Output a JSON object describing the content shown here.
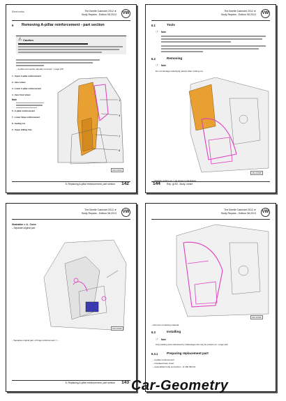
{
  "header": {
    "title_line1": "The Beetle Cabriolet 2012 ➤",
    "title_line2": "Body Repairs - Edition 08.2013",
    "logo": "VW"
  },
  "pages": [
    {
      "section_small": "Sheet metal",
      "heading_num": "6",
      "heading": "Removing A-pillar reinforcement - part section",
      "caution_label": "Caution",
      "footer_text": "6. Replacing A-pillar reinforcement, part section",
      "page_num": "142",
      "step": "– A-pillar part section already removed ⇒ page 135",
      "labels": [
        "1 - Upper A-pillar reinforcement",
        "2 - Inner wheel",
        "3 - Lower A-pillar reinforcement",
        "4 - Inner front wheel",
        "5 - Note",
        "6 - A-pillar reinforcement",
        "7 - Lower hinge reinforcement",
        "8 - Sealing cut",
        "9 - Upper drilling hole"
      ],
      "note": "Note",
      "stamp": "A61-10024"
    },
    {
      "s1_num": "6.1",
      "s1": "Tools",
      "note": "Note",
      "s2_num": "6.2",
      "s2": "Removing",
      "s2_note": "Note",
      "s2_text": "Do not damage underlying panels when cutting out.",
      "step": "– Position cutting cut ⇒ as shown in illustration.",
      "footer_text": "Rep. gr.53 - Body, centre",
      "page_num": "144",
      "stamp": "A61-10028"
    },
    {
      "step_title": "Illustration ⇒ A - Cross",
      "step": "– Separate original part.",
      "end": "– Separate original part of hinge reinforcement ⇒ ...",
      "footer_text": "6. Replacing A-pillar reinforcement, part section",
      "page_num": "143",
      "stamp": "A61-10026"
    },
    {
      "step": "– Remove remaining material.",
      "s1_num": "6.3",
      "s1": "Installing",
      "note": "Note",
      "note_text": "Only welding work authorised by Volkswagen AG may be carried out ⇒ page 124",
      "s2_num": "6.3.1",
      "s2": "Preparing replacement part",
      "items": [
        "– A-pillar reinforcement",
        "– Insulated foam insert",
        "– Assemblies body connection - D 180 400 A3"
      ],
      "stamp": "A61-10030"
    }
  ],
  "watermark": "Car-Geometry"
}
